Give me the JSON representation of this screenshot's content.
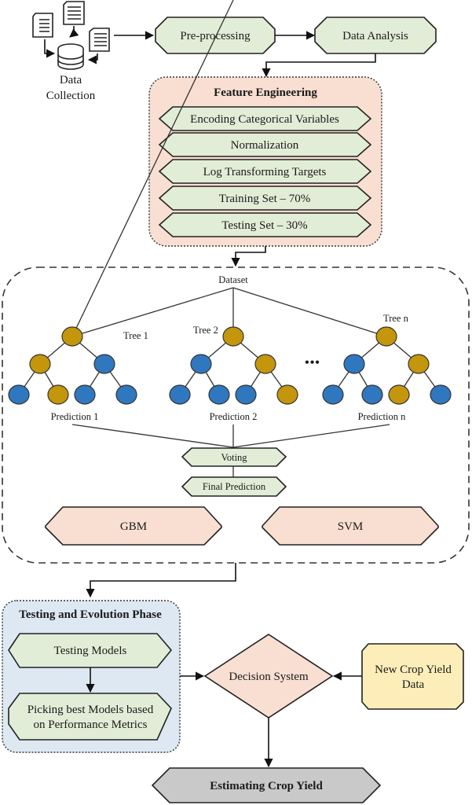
{
  "data_collection": {
    "line1": "Data",
    "line2": "Collection",
    "icon": "database-with-documents-icon"
  },
  "pipeline": {
    "preprocessing": "Pre-processing",
    "data_analysis": "Data Analysis"
  },
  "feature_engineering": {
    "title": "Feature Engineering",
    "steps": [
      "Encoding Categorical Variables",
      "Normalization",
      "Log Transforming Targets",
      "Training Set – 70%",
      "Testing Set – 30%"
    ]
  },
  "ensemble": {
    "dataset_label": "Dataset",
    "trees": [
      {
        "label": "Tree 1",
        "prediction": "Prediction 1",
        "colors": [
          "gold",
          "gold",
          "blue",
          "blue",
          "gold",
          "blue",
          "blue"
        ]
      },
      {
        "label": "Tree 2",
        "prediction": "Prediction 2",
        "colors": [
          "gold",
          "blue",
          "gold",
          "blue",
          "blue",
          "blue",
          "gold"
        ]
      },
      {
        "label": "Tree n",
        "prediction": "Prediction n",
        "colors": [
          "gold",
          "blue",
          "gold",
          "blue",
          "blue",
          "gold",
          "blue"
        ]
      }
    ],
    "ellipsis": "•••",
    "voting": "Voting",
    "final_prediction": "Final Prediction",
    "models": [
      "GBM",
      "SVM"
    ]
  },
  "testing_phase": {
    "title": "Testing and Evolution Phase",
    "testing_models": "Testing Models",
    "picking_line1": "Picking best Models based",
    "picking_line2": "on Performance Metrics"
  },
  "decision_system": "Decision System",
  "new_data": {
    "line1": "New Crop Yield",
    "line2": "Data"
  },
  "output": "Estimating Crop Yield",
  "colors": {
    "process_green": "#e2edd7",
    "feature_peach": "#f9dfd1",
    "phase_blue": "#dde8f3",
    "input_yellow": "#fdeeb9",
    "output_grey": "#c9c9c9",
    "node_gold": "#c4960c",
    "node_blue": "#2f78bf"
  }
}
